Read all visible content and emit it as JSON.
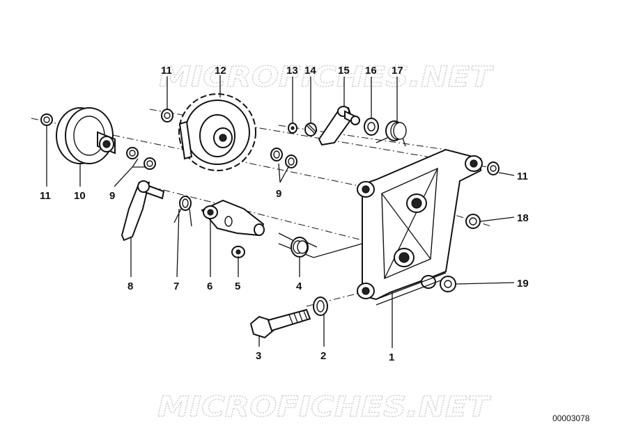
{
  "watermark_text": "MICROFICHES.NET",
  "document_number": "00003078",
  "callouts": {
    "c1": "1",
    "c2": "2",
    "c3": "3",
    "c4": "4",
    "c5": "5",
    "c6": "6",
    "c7": "7",
    "c8": "8",
    "c9a": "9",
    "c9b": "9",
    "c10": "10",
    "c11a": "11",
    "c11b": "11",
    "c11c": "11",
    "c12": "12",
    "c13": "13",
    "c14": "14",
    "c15": "15",
    "c16": "16",
    "c17": "17",
    "c18": "18",
    "c19": "19"
  }
}
